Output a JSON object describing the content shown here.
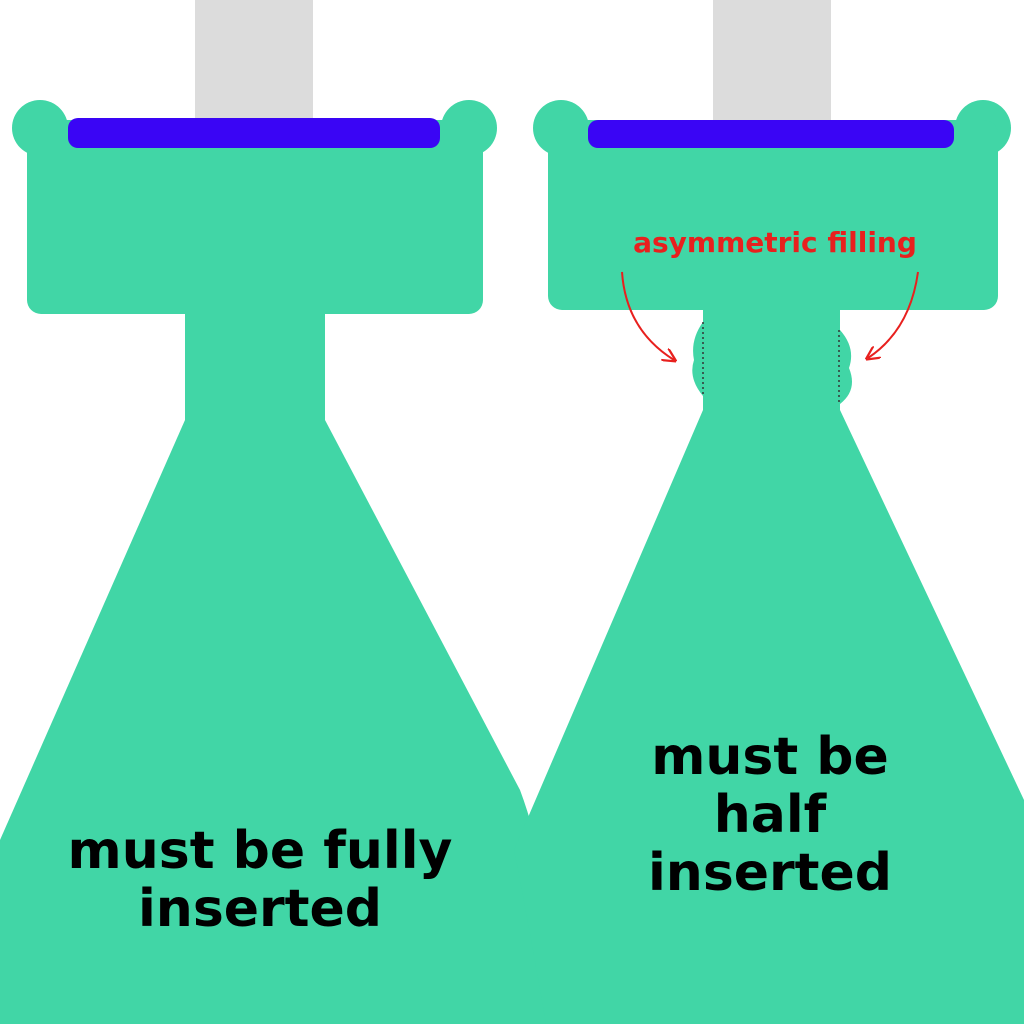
{
  "colors": {
    "nozzle": "#41d6a6",
    "seal_bar": "#3a05f5",
    "shaft": "#dcdcdc",
    "annotation": "#e8201e",
    "caption": "#000000"
  },
  "left_panel": {
    "caption": "must be fully\ninserted"
  },
  "right_panel": {
    "caption": "must be\nhalf\ninserted",
    "annotation": "asymmetric filling"
  }
}
